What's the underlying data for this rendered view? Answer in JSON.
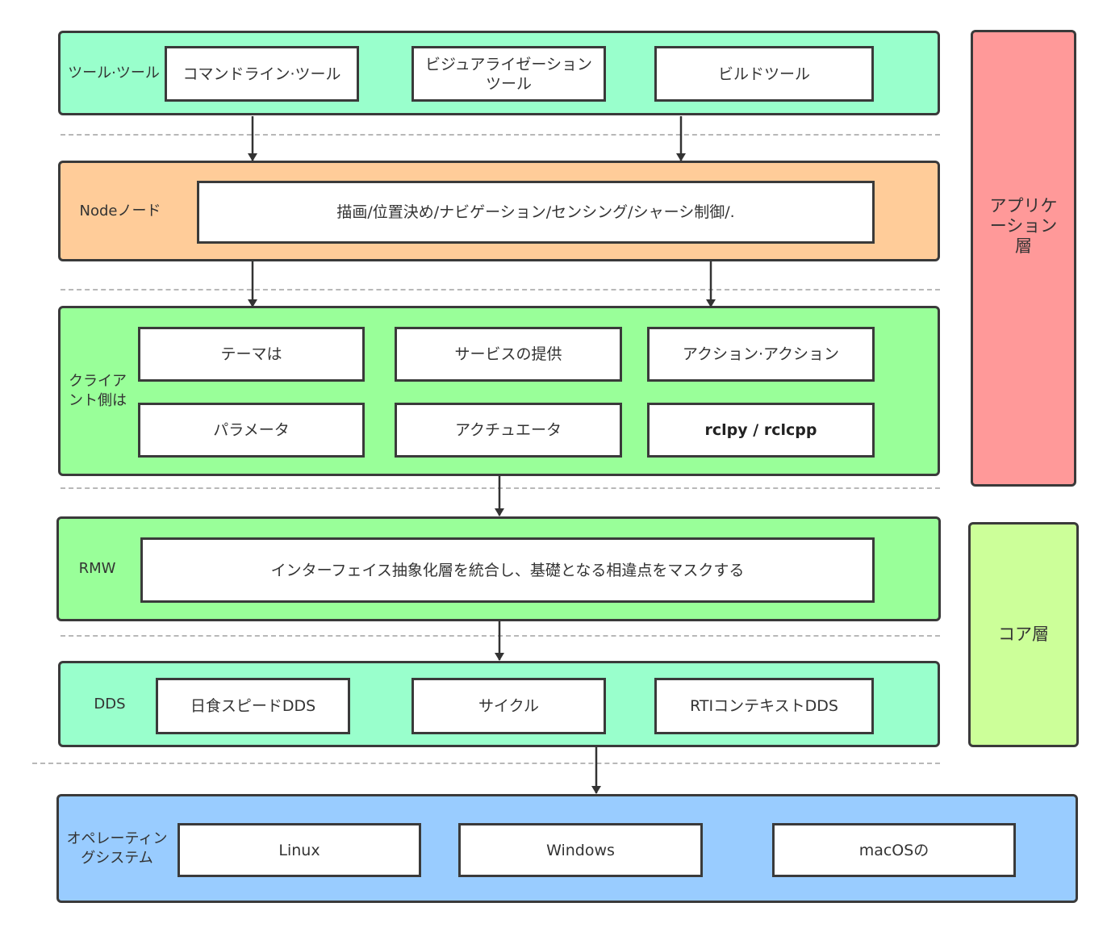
{
  "tools": {
    "label": "ツール·ツール",
    "items": [
      "コマンドライン·ツール",
      "ビジュアライゼーションツール",
      "ビルドツール"
    ]
  },
  "node": {
    "label": "Nodeノード",
    "content": "描画/位置決め/ナビゲーション/センシング/シャーシ制御/."
  },
  "client": {
    "label": "クライアント側は",
    "items": [
      "テーマは",
      "サービスの提供",
      "アクション·アクション",
      "パラメータ",
      "アクチュエータ",
      "rclpy / rclcpp"
    ]
  },
  "rmw": {
    "label": "RMW",
    "content": "インターフェイス抽象化層を統合し、基礎となる相違点をマスクする"
  },
  "dds": {
    "label": "DDS",
    "items": [
      "日食スピードDDS",
      "サイクル",
      "RTIコンテキストDDS"
    ]
  },
  "os": {
    "label": "オペレーティングシステム",
    "items": [
      "Linux",
      "Windows",
      "macOSの"
    ]
  },
  "side": {
    "application": "アプリケーション層",
    "core": "コア層"
  },
  "colors": {
    "tools": "#99ffcc",
    "node": "#ffcc99",
    "client": "#99ff99",
    "rmw": "#99ff99",
    "dds": "#99ffcc",
    "os": "#99ccff",
    "application": "#ff9999",
    "core": "#ccff99"
  }
}
